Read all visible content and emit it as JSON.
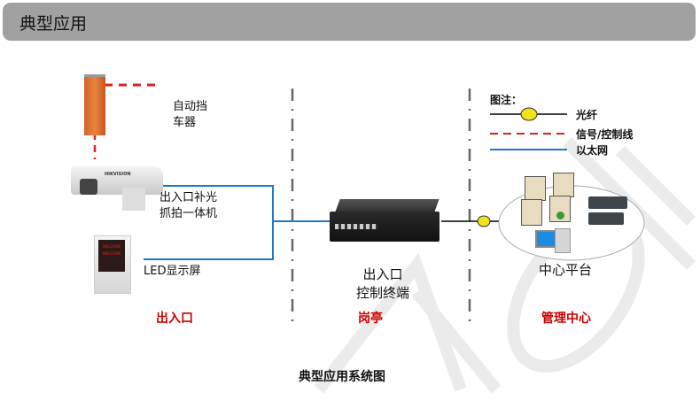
{
  "header": {
    "title": "典型应用"
  },
  "diagram": {
    "devices": {
      "barrier": [
        "自动挡",
        "车器"
      ],
      "camera": [
        "出入口补光",
        "抓拍一体机"
      ],
      "led_screen": "LED显示屏",
      "led_screen_text": [
        "WELCOME",
        "WELCOME"
      ],
      "terminal": [
        "出入口",
        "控制终端"
      ],
      "center": "中心平台",
      "camera_brand": "HIKVISION"
    },
    "zones": {
      "entrance": "出入口",
      "booth": "岗亭",
      "management": "管理中心"
    },
    "legend": {
      "title": "图注：",
      "items": [
        {
          "label": "光纤",
          "type": "fiber",
          "color": "#000000"
        },
        {
          "label": "信号/控制线",
          "type": "signal",
          "color": "#e02020"
        },
        {
          "label": "以太网",
          "type": "ethernet",
          "color": "#1f78c8"
        }
      ]
    },
    "caption": "典型应用系统图",
    "colors": {
      "zone_label": "#cc0000",
      "ethernet": "#1f78c8",
      "signal": "#e02020",
      "divider": "#666666"
    }
  }
}
